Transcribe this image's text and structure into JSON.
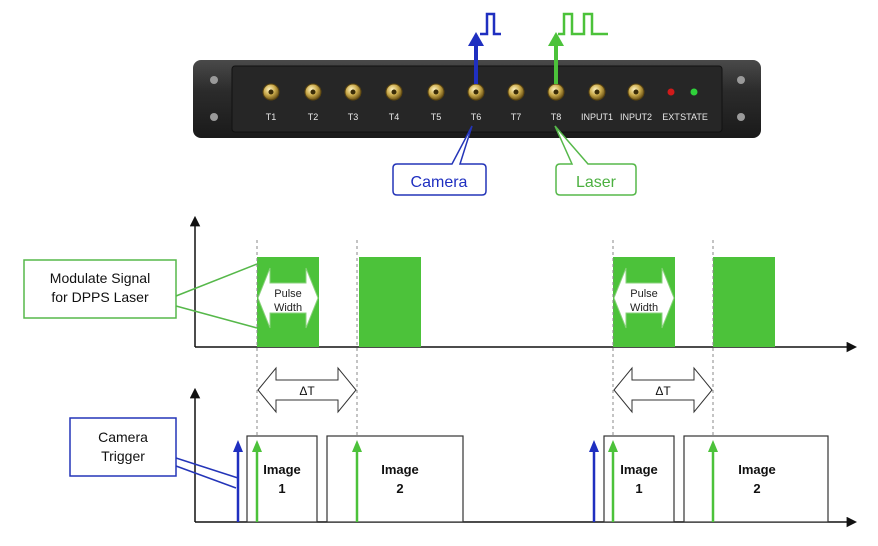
{
  "device": {
    "ports": [
      "T1",
      "T2",
      "T3",
      "T4",
      "T5",
      "T6",
      "T7",
      "T8",
      "INPUT1",
      "INPUT2"
    ],
    "indicators": [
      "EXT",
      "STATE"
    ]
  },
  "callouts": {
    "camera": "Camera",
    "laser": "Laser",
    "modulate_line1": "Modulate Signal",
    "modulate_line2": "for DPPS Laser",
    "trigger_line1": "Camera",
    "trigger_line2": "Trigger"
  },
  "timing": {
    "pulse_width_line1": "Pulse",
    "pulse_width_line2": "Width",
    "delta_t": "ΔT",
    "image1_line1": "Image",
    "image1_line2": "1",
    "image2_line1": "Image",
    "image2_line2": "2"
  },
  "colors": {
    "camera_blue": "#1f2fc0",
    "laser_green": "#4cc23a",
    "callout_green": "#56b84a",
    "panel_dark": "#2a2a2a",
    "connector_gold": "#c9a94a"
  }
}
